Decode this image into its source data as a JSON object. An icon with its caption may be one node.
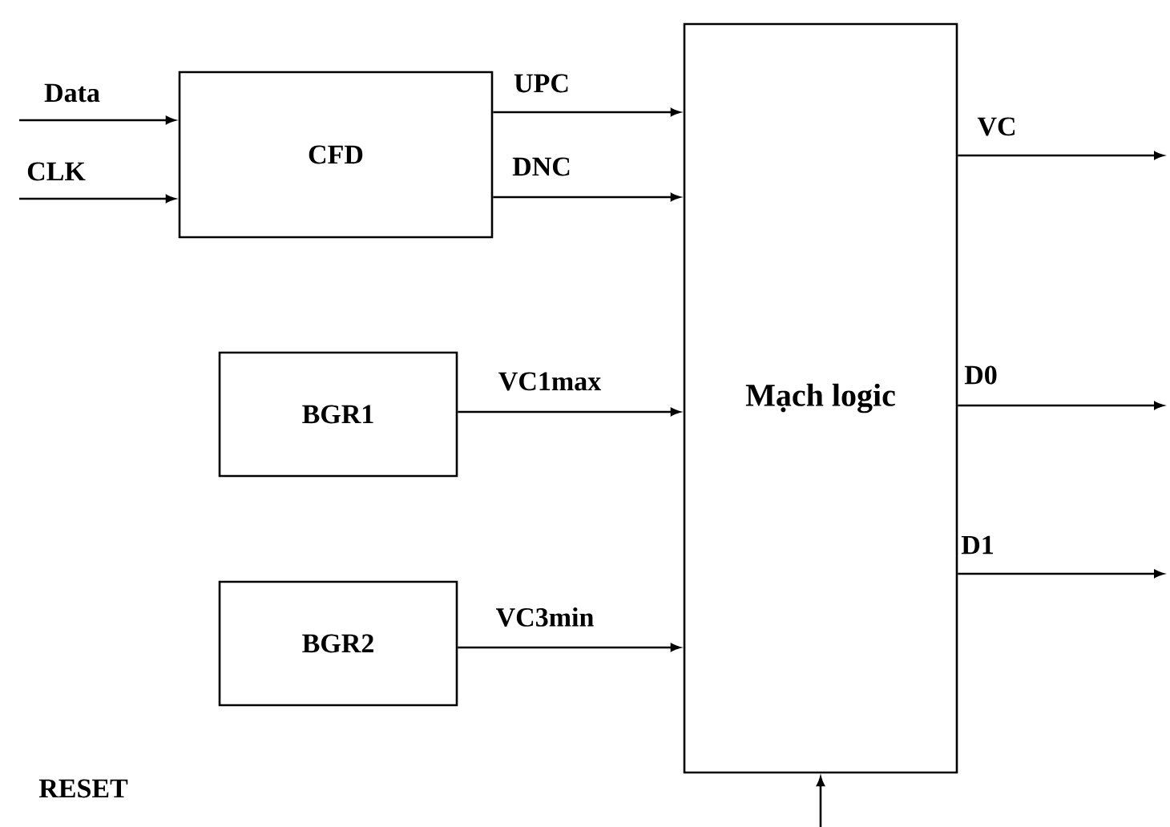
{
  "diagram": {
    "nodes": [
      {
        "text": [
          "CFD"
        ]
      },
      {
        "text": [
          "Mạch logic"
        ]
      },
      {
        "text": [
          "BGR1"
        ]
      },
      {
        "text": [
          "BGR2"
        ]
      }
    ],
    "edges": [
      {
        "from": null,
        "to": 0,
        "arrow": "to",
        "label": "Data"
      },
      {
        "from": null,
        "to": 0,
        "arrow": "to",
        "label": "CLK"
      },
      {
        "from": 0,
        "to": 1,
        "arrow": "to",
        "label": "UPC"
      },
      {
        "from": 0,
        "to": 1,
        "arrow": "to",
        "label": "DNC"
      },
      {
        "from": 2,
        "to": 1,
        "arrow": "to",
        "label": "VC1max"
      },
      {
        "from": 3,
        "to": 1,
        "arrow": "to",
        "label": "VC3min"
      },
      {
        "from": 1,
        "to": null,
        "arrow": "to",
        "label": "VC"
      },
      {
        "from": 1,
        "to": null,
        "arrow": "to",
        "label": "D0"
      },
      {
        "from": 1,
        "to": null,
        "arrow": "to",
        "label": "D1"
      },
      {
        "from": null,
        "to": 1,
        "arrow": "to"
      }
    ],
    "labels": [
      "RESET"
    ]
  }
}
